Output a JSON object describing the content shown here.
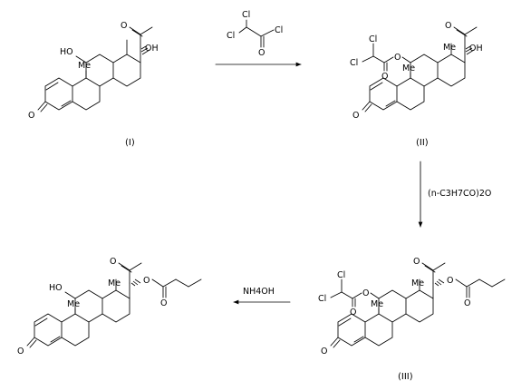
{
  "reagents": {
    "step1_cl_a": "Cl",
    "step1_cl_b": "Cl",
    "step1_cl_c": "Cl",
    "step1_o": "O",
    "step2_formula": "(n-C3H7CO)2O",
    "step3_formula": "NH4OH"
  },
  "compounds": {
    "c1": {
      "label": "(I)",
      "ho": "HO",
      "me": "Me",
      "oh": "OH",
      "o_acetyl": "O",
      "o_ketone": "O"
    },
    "c2": {
      "label": "(II)",
      "cl1": "Cl",
      "cl2": "Cl",
      "o_ester": "O",
      "o_carbonyl": "O",
      "me1": "Me",
      "me2": "Me",
      "oh": "OH",
      "o_acetyl": "O",
      "o_ketone": "O"
    },
    "c3": {
      "label": "(III)",
      "cl1": "Cl",
      "cl2": "Cl",
      "o_ester": "O",
      "o_carbonyl": "O",
      "me1": "Me",
      "me2": "Me",
      "o_acetyl": "O",
      "o_butyrate": "O",
      "o_butyrate_carbonyl": "O",
      "o_ketone": "O"
    },
    "c4": {
      "label": "",
      "ho": "HO",
      "me1": "Me",
      "me2": "Me",
      "o_acetyl": "O",
      "o_butyrate": "O",
      "o_butyrate_carbonyl": "O",
      "o_ketone": "O"
    }
  }
}
